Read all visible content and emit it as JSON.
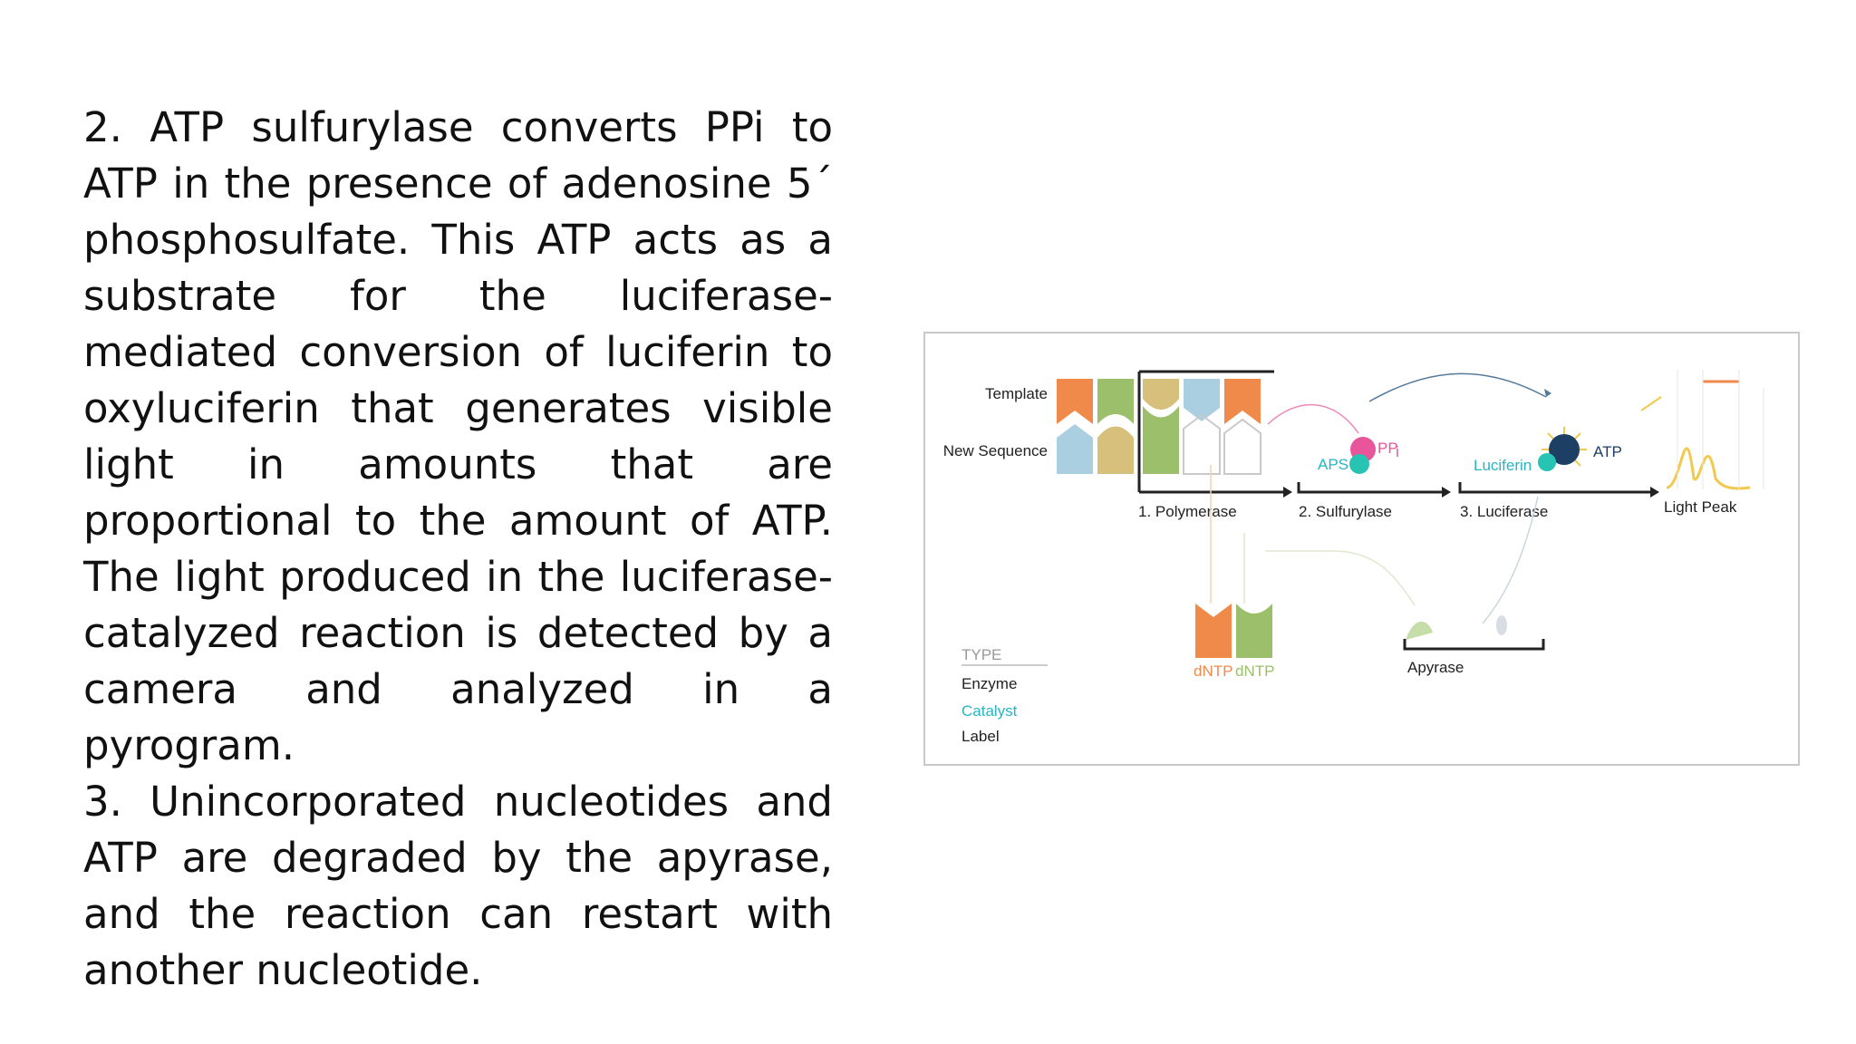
{
  "text": {
    "paragraph2": "2. ATP sulfurylase converts PPi to ATP in the presence of adenosine 5´ phosphosulfate. This ATP acts as a substrate for the luciferase-mediated conversion of luciferin to oxyluciferin that generates visible light in amounts that are proportional to the amount of ATP. The light produced in the luciferase-catalyzed reaction is detected by a camera and analyzed in a pyrogram.",
    "paragraph3": "3. Unincorporated nucleotides and ATP are degraded by the apyrase, and the reaction can restart with another nucleotide."
  },
  "diagram": {
    "template_label": "Template",
    "new_sequence_label": "New Sequence",
    "step1": "1. Polymerase",
    "step2": "2. Sulfurylase",
    "step3": "3. Luciferase",
    "light_peak": "Light Peak",
    "aps": "APS",
    "ppi": "PP",
    "ppi_sub": "i",
    "luciferin": "Luciferin",
    "atp": "ATP",
    "apyrase": "Apyrase",
    "dntp1": "dNTP",
    "dntp2": "dNTP",
    "legend_title": "TYPE",
    "legend_enzyme": "Enzyme",
    "legend_catalyst": "Catalyst",
    "legend_label": "Label",
    "colors": {
      "orange": "#f08a4b",
      "green": "#9cbf6b",
      "lightblue": "#a9cfe0",
      "pink": "#e8559a",
      "teal": "#27c4b3",
      "navy": "#1d3f63",
      "yellow": "#f2c94c",
      "catalyst": "#27b5c4"
    }
  }
}
